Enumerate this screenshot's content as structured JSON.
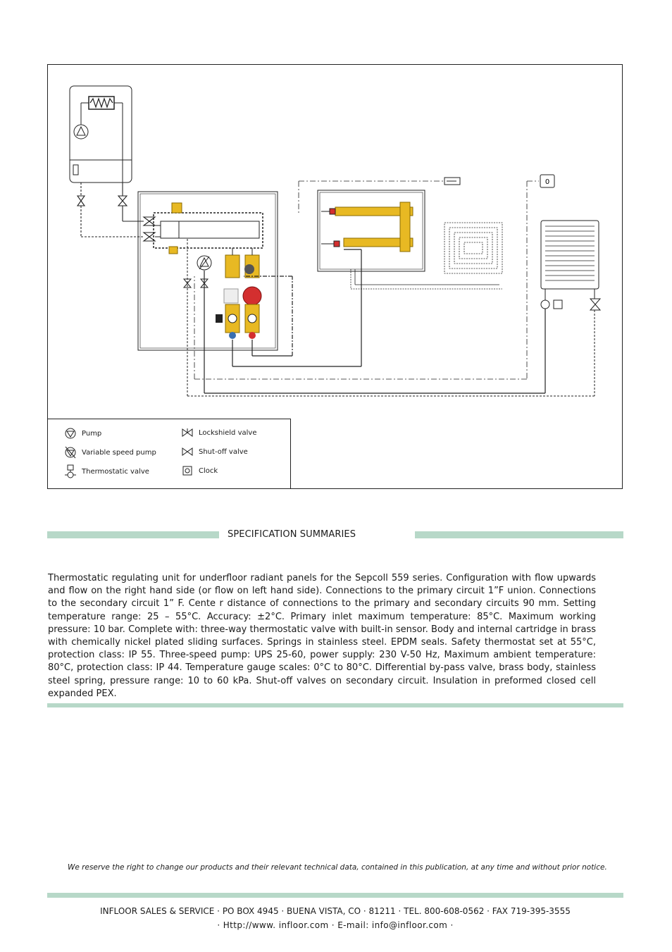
{
  "diagram": {
    "clock_label": "0",
    "legend": [
      {
        "icon": "pump-icon",
        "label": "Pump"
      },
      {
        "icon": "variable-speed-pump-icon",
        "label": "Variable speed pump"
      },
      {
        "icon": "thermostatic-valve-icon",
        "label": "Thermostatic valve"
      },
      {
        "icon": "lockshield-valve-icon",
        "label": "Lockshield valve"
      },
      {
        "icon": "shutoff-valve-icon",
        "label": "Shut-off valve"
      },
      {
        "icon": "clock-icon",
        "label": "Clock"
      }
    ]
  },
  "section": {
    "title": "SPECIFICATION SUMMARIES"
  },
  "specification": {
    "body": "Thermostatic regulating unit for underfloor radiant panels for the Sepcoll 559 series. Configuration with flow upwards and flow on the right hand side (or flow on left hand side). Connections to the primary circuit 1”F union. Connections to the secondary circuit 1” F. Cente     r distance of connections to the primary and secondary circuits 90 mm. Setting temperature range: 25 – 55°C. Accuracy: ±2°C. Primary inlet maximum temperature: 85°C. Maximum working pressure: 10 bar. Complete with: three-way thermostatic valve with built-in sensor. Body and internal cartridge in brass with chemically nickel plated sliding surfaces. Springs in stainless steel. EPDM seals. Safety thermostat set at 55°C, protection class: IP 55. Three-speed pump: UPS 25-60, power supply: 230 V-50 Hz, Maximum ambient temperature: 80°C, protection class: IP 44. Temperature gauge scales: 0°C to 80°C. Differential by-pass valve, brass body, stainless steel spring, pressure range: 10 to 60 kPa. Shut-off valves on secondary circuit. Insulation in preformed closed cell expanded PEX."
  },
  "disclaimer": "We reserve the right to change our products and their relevant technical data, contained in this publication, at any time and without prior notice.",
  "footer": {
    "line1": "INFLOOR SALES & SERVICE   ·  PO BOX 4945    ·  BUENA VISTA,  CO     ·    81211   ·  TEL. 800-608-0562     ·  FAX 719-395-3555",
    "line2": "·  Http://www.  infloor.com   ·    E-mail: info@infloor.com   ·"
  },
  "colors": {
    "accent_bar": "#b7d8c8",
    "brass": "#e8b923",
    "pump_red": "#d32f2f",
    "valve_blue": "#3a6fb0"
  }
}
